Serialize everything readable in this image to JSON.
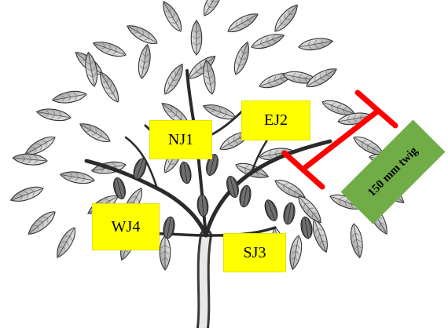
{
  "labels": {
    "north": "NJ1",
    "east": "EJ2",
    "south": "SJ3",
    "west": "WJ4"
  },
  "twig_label": "150 mm twig",
  "colors": {
    "label_fill": "#ffff00",
    "twig_label_fill": "#70ad47",
    "measure_bar": "#ff0000",
    "trunk": "#2b2b2b"
  },
  "icons": [
    "tree-illustration",
    "leaf-icon",
    "cocoa-pod-icon",
    "measurement-bar-icon"
  ]
}
